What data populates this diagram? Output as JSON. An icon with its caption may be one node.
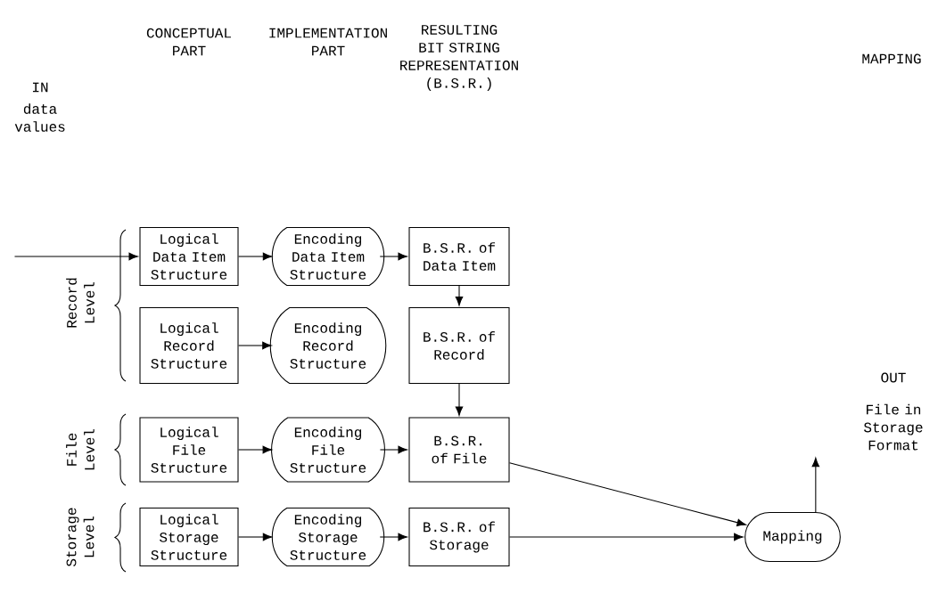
{
  "diagram": {
    "nodes": [
      {
        "text": [
          "Logical Data Item Structure"
        ]
      },
      {
        "text": [
          "Encoding Data Item Structure"
        ]
      },
      {
        "text": [
          "B.S.R. of Data Item"
        ]
      },
      {
        "text": [
          "Logical Record Structure"
        ]
      },
      {
        "text": [
          "Encoding Record Structure"
        ]
      },
      {
        "text": [
          "B.S.R. of Record"
        ]
      },
      {
        "text": [
          "Logical File Structure"
        ]
      },
      {
        "text": [
          "Encoding File Structure"
        ]
      },
      {
        "text": [
          "B.S.R. of File"
        ]
      },
      {
        "text": [
          "Logical Storage Structure"
        ]
      },
      {
        "text": [
          "Encoding Storage Structure"
        ]
      },
      {
        "text": [
          "B.S.R. of Storage"
        ]
      },
      {
        "text": [
          "Mapping"
        ]
      },
      {
        "text": [
          "OUT",
          "File in Storage Format"
        ]
      }
    ],
    "edges": [
      {
        "from": null,
        "to": 0,
        "arrow": "to"
      },
      {
        "from": 0,
        "to": 1,
        "arrow": "to"
      },
      {
        "from": 1,
        "to": 2,
        "arrow": "to"
      },
      {
        "from": 2,
        "to": 5,
        "arrow": "to"
      },
      {
        "from": 3,
        "to": 4,
        "arrow": "to"
      },
      {
        "from": 5,
        "to": 8,
        "arrow": "to"
      },
      {
        "from": 6,
        "to": 7,
        "arrow": "to"
      },
      {
        "from": 7,
        "to": 8,
        "arrow": "to"
      },
      {
        "from": 8,
        "to": 12,
        "arrow": "to"
      },
      {
        "from": 9,
        "to": 10,
        "arrow": "to"
      },
      {
        "from": 10,
        "to": 11,
        "arrow": "to"
      },
      {
        "from": 11,
        "to": 12,
        "arrow": "to"
      },
      {
        "from": 12,
        "to": 13,
        "arrow": "to"
      }
    ],
    "labels": [
      "CONCEPTUAL PART",
      "IMPLEMENTATION PART",
      "RESULTING BIT STRING REPRESENTATION (B.S.R.)",
      "MAPPING",
      "IN",
      "data values",
      "Record Level",
      "File Level",
      "Storage Level"
    ]
  }
}
